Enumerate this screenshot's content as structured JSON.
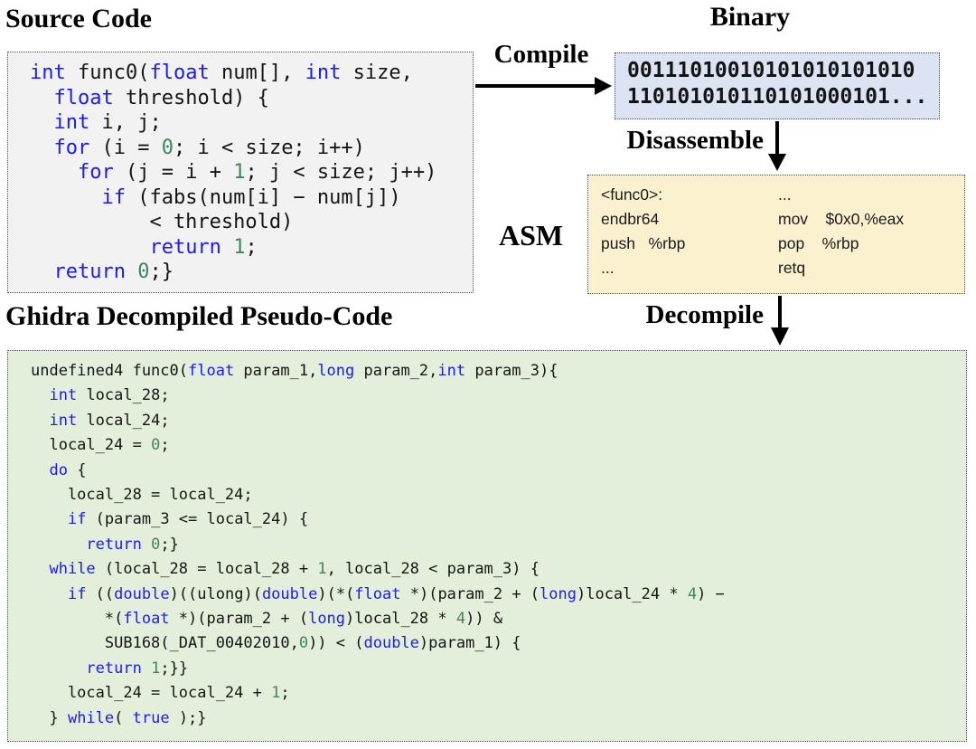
{
  "colors": {
    "keyword": "#1a1aff",
    "number": "#3c8760",
    "source_bg": "#f2f2f2",
    "binary_bg": "#dce3f2",
    "asm_bg": "#fbf1cf",
    "ghidra_bg": "#e4efdb",
    "arrow": "#000000"
  },
  "source": {
    "heading": "Source Code",
    "lines": [
      [
        [
          "k",
          "int"
        ],
        [
          "p",
          " func0("
        ],
        [
          "k",
          "float"
        ],
        [
          "p",
          " num[], "
        ],
        [
          "k",
          "int"
        ],
        [
          "p",
          " size,"
        ]
      ],
      [
        [
          "p",
          "  "
        ],
        [
          "k",
          "float"
        ],
        [
          "p",
          " threshold) {"
        ]
      ],
      [
        [
          "p",
          "  "
        ],
        [
          "k",
          "int"
        ],
        [
          "p",
          " i, j;"
        ]
      ],
      [
        [
          "p",
          "  "
        ],
        [
          "k",
          "for"
        ],
        [
          "p",
          " (i = "
        ],
        [
          "n",
          "0"
        ],
        [
          "p",
          "; i < size; i++)"
        ]
      ],
      [
        [
          "p",
          "    "
        ],
        [
          "k",
          "for"
        ],
        [
          "p",
          " (j = i + "
        ],
        [
          "n",
          "1"
        ],
        [
          "p",
          "; j < size; j++)"
        ]
      ],
      [
        [
          "p",
          "      "
        ],
        [
          "k",
          "if"
        ],
        [
          "p",
          " (fabs(num[i] − num[j])"
        ]
      ],
      [
        [
          "p",
          "          < threshold)"
        ]
      ],
      [
        [
          "p",
          "          "
        ],
        [
          "k",
          "return"
        ],
        [
          "p",
          " "
        ],
        [
          "n",
          "1"
        ],
        [
          "p",
          ";"
        ]
      ],
      [
        [
          "p",
          "  "
        ],
        [
          "k",
          "return"
        ],
        [
          "p",
          " "
        ],
        [
          "n",
          "0"
        ],
        [
          "p",
          ";}"
        ]
      ]
    ]
  },
  "arrows": {
    "compile": "Compile",
    "disassemble": "Disassemble",
    "decompile": "Decompile"
  },
  "binary": {
    "heading": "Binary",
    "lines": [
      "00111010010101010101010",
      "110101010110101000101..."
    ]
  },
  "asm": {
    "label": "ASM",
    "left": [
      "<func0>:",
      "endbr64",
      "push   %rbp",
      "..."
    ],
    "right": [
      "...",
      "mov    $0x0,%eax",
      "pop    %rbp",
      "retq"
    ]
  },
  "ghidra": {
    "heading": "Ghidra Decompiled Pseudo-Code",
    "lines": [
      [
        [
          "p",
          "undefined4 func0("
        ],
        [
          "k",
          "float"
        ],
        [
          "p",
          " param_1,"
        ],
        [
          "k",
          "long"
        ],
        [
          "p",
          " param_2,"
        ],
        [
          "k",
          "int"
        ],
        [
          "p",
          " param_3){"
        ]
      ],
      [
        [
          "p",
          "  "
        ],
        [
          "k",
          "int"
        ],
        [
          "p",
          " local_28;"
        ]
      ],
      [
        [
          "p",
          "  "
        ],
        [
          "k",
          "int"
        ],
        [
          "p",
          " local_24;"
        ]
      ],
      [
        [
          "p",
          "  local_24 = "
        ],
        [
          "n",
          "0"
        ],
        [
          "p",
          ";"
        ]
      ],
      [
        [
          "p",
          "  "
        ],
        [
          "k",
          "do"
        ],
        [
          "p",
          " {"
        ]
      ],
      [
        [
          "p",
          "    local_28 = local_24;"
        ]
      ],
      [
        [
          "p",
          "    "
        ],
        [
          "k",
          "if"
        ],
        [
          "p",
          " (param_3 <= local_24) {"
        ]
      ],
      [
        [
          "p",
          "      "
        ],
        [
          "k",
          "return"
        ],
        [
          "p",
          " "
        ],
        [
          "n",
          "0"
        ],
        [
          "p",
          ";}"
        ]
      ],
      [
        [
          "p",
          "  "
        ],
        [
          "k",
          "while"
        ],
        [
          "p",
          " (local_28 = local_28 + "
        ],
        [
          "n",
          "1"
        ],
        [
          "p",
          ", local_28 < param_3) {"
        ]
      ],
      [
        [
          "p",
          "    "
        ],
        [
          "k",
          "if"
        ],
        [
          "p",
          " (("
        ],
        [
          "k",
          "double"
        ],
        [
          "p",
          ")((ulong)("
        ],
        [
          "k",
          "double"
        ],
        [
          "p",
          ")(*("
        ],
        [
          "k",
          "float"
        ],
        [
          "p",
          " *)(param_2 + ("
        ],
        [
          "k",
          "long"
        ],
        [
          "p",
          ")local_24 * "
        ],
        [
          "n",
          "4"
        ],
        [
          "p",
          ") −"
        ]
      ],
      [
        [
          "p",
          "        *("
        ],
        [
          "k",
          "float"
        ],
        [
          "p",
          " *)(param_2 + ("
        ],
        [
          "k",
          "long"
        ],
        [
          "p",
          ")local_28 * "
        ],
        [
          "n",
          "4"
        ],
        [
          "p",
          ")) &"
        ]
      ],
      [
        [
          "p",
          "        SUB168(_DAT_00402010,"
        ],
        [
          "n",
          "0"
        ],
        [
          "p",
          ")) < ("
        ],
        [
          "k",
          "double"
        ],
        [
          "p",
          ")param_1) {"
        ]
      ],
      [
        [
          "p",
          "      "
        ],
        [
          "k",
          "return"
        ],
        [
          "p",
          " "
        ],
        [
          "n",
          "1"
        ],
        [
          "p",
          ";}}"
        ]
      ],
      [
        [
          "p",
          "    local_24 = local_24 + "
        ],
        [
          "n",
          "1"
        ],
        [
          "p",
          ";"
        ]
      ],
      [
        [
          "p",
          "  } "
        ],
        [
          "k",
          "while"
        ],
        [
          "p",
          "( "
        ],
        [
          "k",
          "true"
        ],
        [
          "p",
          " );}"
        ]
      ]
    ]
  }
}
